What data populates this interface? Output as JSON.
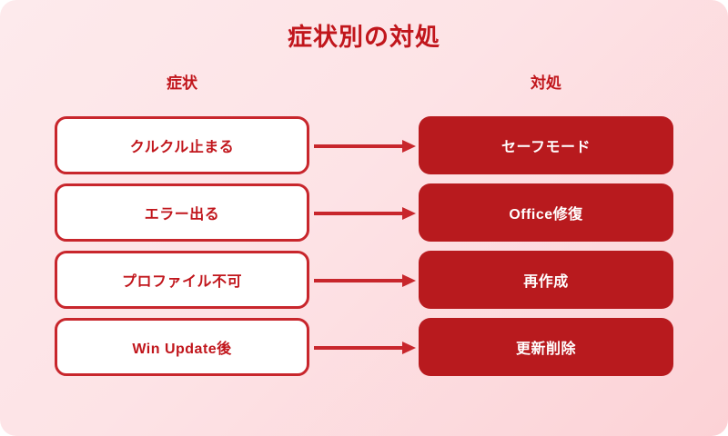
{
  "title": "症状別の対処",
  "columns": {
    "left_header": "症状",
    "right_header": "対処"
  },
  "colors": {
    "title_red": "#c1161c",
    "border_red": "#c8262c",
    "fill_red": "#b81a1e",
    "arrow_red": "#c8262c",
    "background_light": "#fdeaec",
    "background_deep": "#fcd2d6",
    "box_white": "#ffffff",
    "fix_text": "#ffffff"
  },
  "rows": [
    {
      "symptom": "クルクル止まる",
      "fix": "セーフモード",
      "arrow": "arrow-right-icon"
    },
    {
      "symptom": "エラー出る",
      "fix": "Office修復",
      "arrow": "arrow-right-icon"
    },
    {
      "symptom": "プロファイル不可",
      "fix": "再作成",
      "arrow": "arrow-right-icon"
    },
    {
      "symptom": "Win Update後",
      "fix": "更新削除",
      "arrow": "arrow-right-icon"
    }
  ]
}
